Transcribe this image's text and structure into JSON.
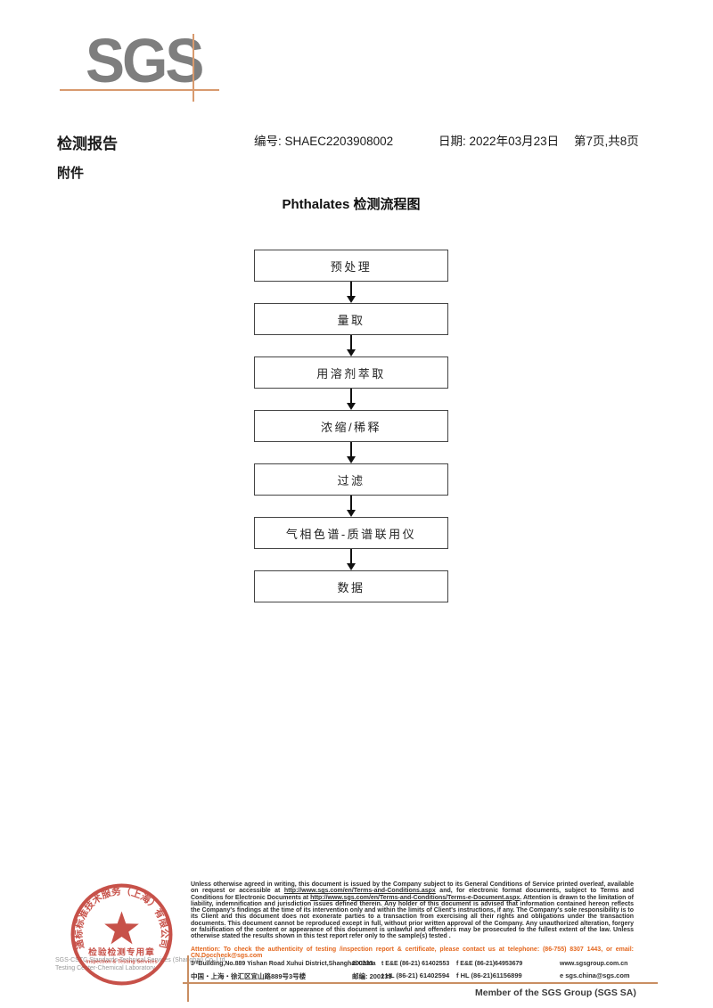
{
  "logo": {
    "text": "SGS"
  },
  "header": {
    "report_title": "检测报告",
    "report_no_label": "编号:",
    "report_no": "SHAEC2203908002",
    "date_label": "日期:",
    "date": "2022年03月23日",
    "page_info": "第7页,共8页",
    "attachment": "附件"
  },
  "flowchart": {
    "title": "Phthalates 检测流程图",
    "steps": [
      "预处理",
      "量取",
      "用溶剂萃取",
      "浓缩/稀释",
      "过滤",
      "气相色谱-质谱联用仪",
      "数据"
    ]
  },
  "stamp": {
    "ring_text": "通标标准技术服务（上海）有限公司",
    "center_line1": "检验检测专用章",
    "center_line2": "Inspection & Testing Services",
    "company_line1": "SGS-CSTC Standards Technical Services (Shanghai) Co.,Ltd.",
    "company_line2": "Testing Center-Chemical Laboratory.",
    "color": "#c03a30"
  },
  "legal": {
    "part1": "Unless otherwise agreed in writing, this document is issued by the Company subject to its General Conditions of Service printed overleaf, available on request or accessible at ",
    "url1": "http://www.sgs.com/en/Terms-and-Conditions.aspx",
    "part2": " and, for electronic format documents, subject to Terms and Conditions for Electronic Documents at ",
    "url2": "http://www.sgs.com/en/Terms-and-Conditions/Terms-e-Document.aspx",
    "part3": ". Attention is drawn to the limitation of liability, indemnification and jurisdiction issues defined therein. Any holder of this document is advised that information contained hereon reflects the Company's findings at the time of its intervention only and within the limits of Client's instructions, if any. The Company's sole responsibility is to its Client and this document does not exonerate parties to a transaction from exercising all their rights and obligations under the transaction documents. This document cannot be reproduced except in full, without prior written approval of the Company. Any unauthorized alteration, forgery or falsification of the content or appearance of this document is unlawful and offenders may be prosecuted to the fullest extent of the law. Unless otherwise stated the results shown in this test report refer only to the sample(s) tested .",
    "attention": "Attention: To check the authenticity of testing /inspection report & certificate, please contact us at telephone: (86-755) 8307 1443, or email: CN.Doccheck@sgs.com"
  },
  "address": {
    "en_address": "3ʳᵈBuilding,No.889 Yishan Road Xuhui District,Shanghai China",
    "en_postal": "200233",
    "cn_address": "中国・上海・徐汇区宜山路889号3号楼",
    "cn_postal": "邮编: 200233",
    "tel1": "t E&E (86-21) 61402553",
    "fax1": "f E&E (86-21)64953679",
    "web": "www.sgsgroup.com.cn",
    "tel2": "t HL (86-21) 61402594",
    "fax2": "f HL (86-21)61156899",
    "email": "e sgs.china@sgs.com"
  },
  "footer": {
    "member_text": "Member of the SGS Group (SGS SA)"
  }
}
